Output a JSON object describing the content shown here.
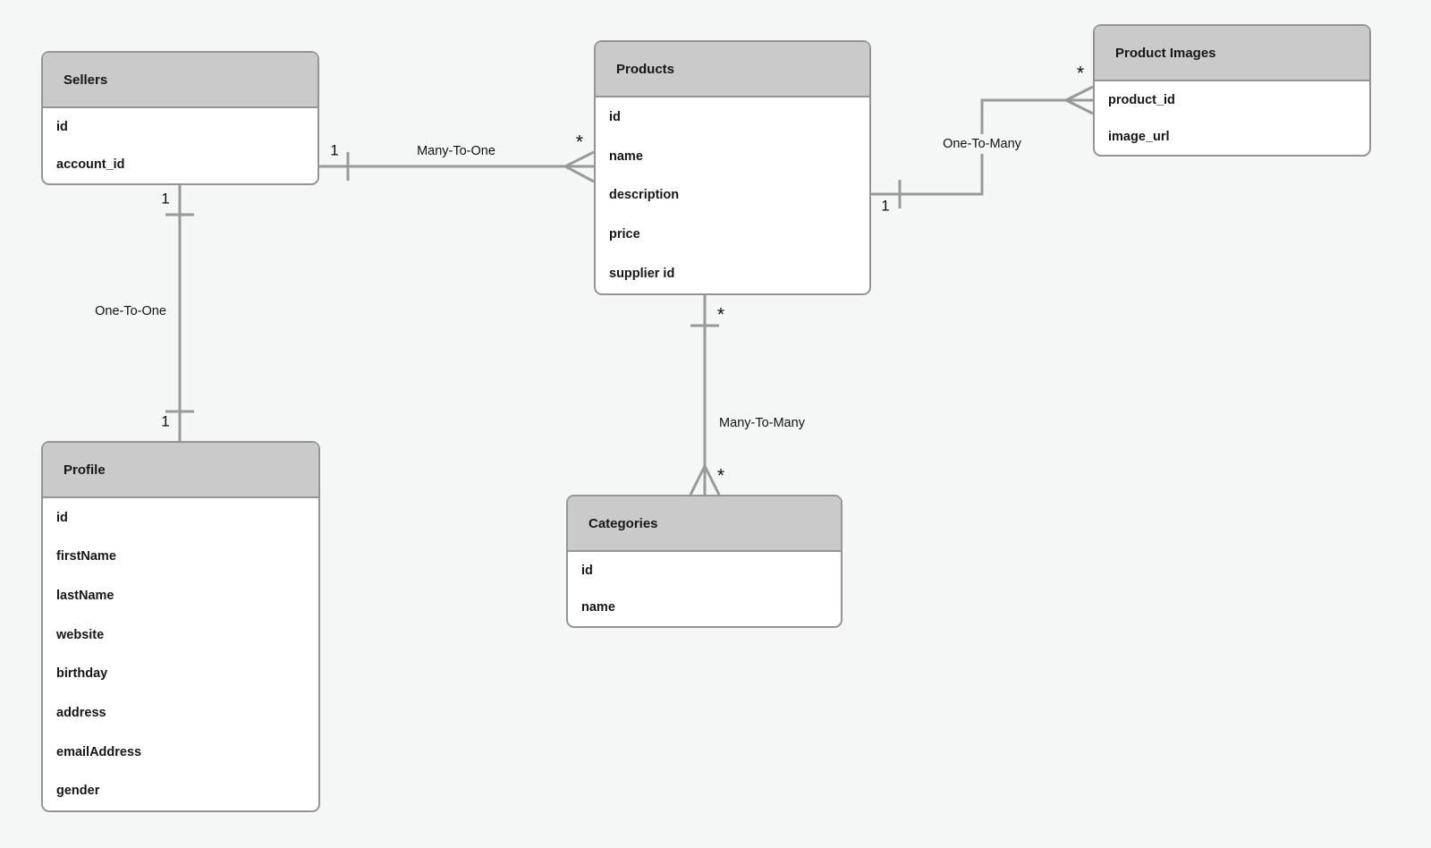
{
  "diagram": {
    "kind": "entity-relationship-diagram",
    "background_color": "#f5f6f6",
    "entity_header_fill": "#cacaca",
    "entity_body_fill": "#ffffff",
    "line_color": "#999999",
    "text_color": "#161616"
  },
  "entities": [
    {
      "name": "Sellers",
      "fields": [
        "id",
        "account_id"
      ]
    },
    {
      "name": "Products",
      "fields": [
        "id",
        "name",
        "description",
        "price",
        "supplier id"
      ]
    },
    {
      "name": "Product Images",
      "fields": [
        "product_id",
        "image_url"
      ]
    },
    {
      "name": "Profile",
      "fields": [
        "id",
        "firstName",
        "lastName",
        "website",
        "birthday",
        "address",
        "emailAddress",
        "gender"
      ]
    },
    {
      "name": "Categories",
      "fields": [
        "id",
        "name"
      ]
    }
  ],
  "relationships": [
    {
      "from": "Sellers",
      "to": "Products",
      "label": "Many-To-One",
      "from_cardinality": "1",
      "to_cardinality": "*"
    },
    {
      "from": "Sellers",
      "to": "Profile",
      "label": "One-To-One",
      "from_cardinality": "1",
      "to_cardinality": "1"
    },
    {
      "from": "Products",
      "to": "Product Images",
      "label": "One-To-Many",
      "from_cardinality": "1",
      "to_cardinality": "*"
    },
    {
      "from": "Products",
      "to": "Categories",
      "label": "Many-To-Many",
      "from_cardinality": "*",
      "to_cardinality": "*"
    }
  ]
}
